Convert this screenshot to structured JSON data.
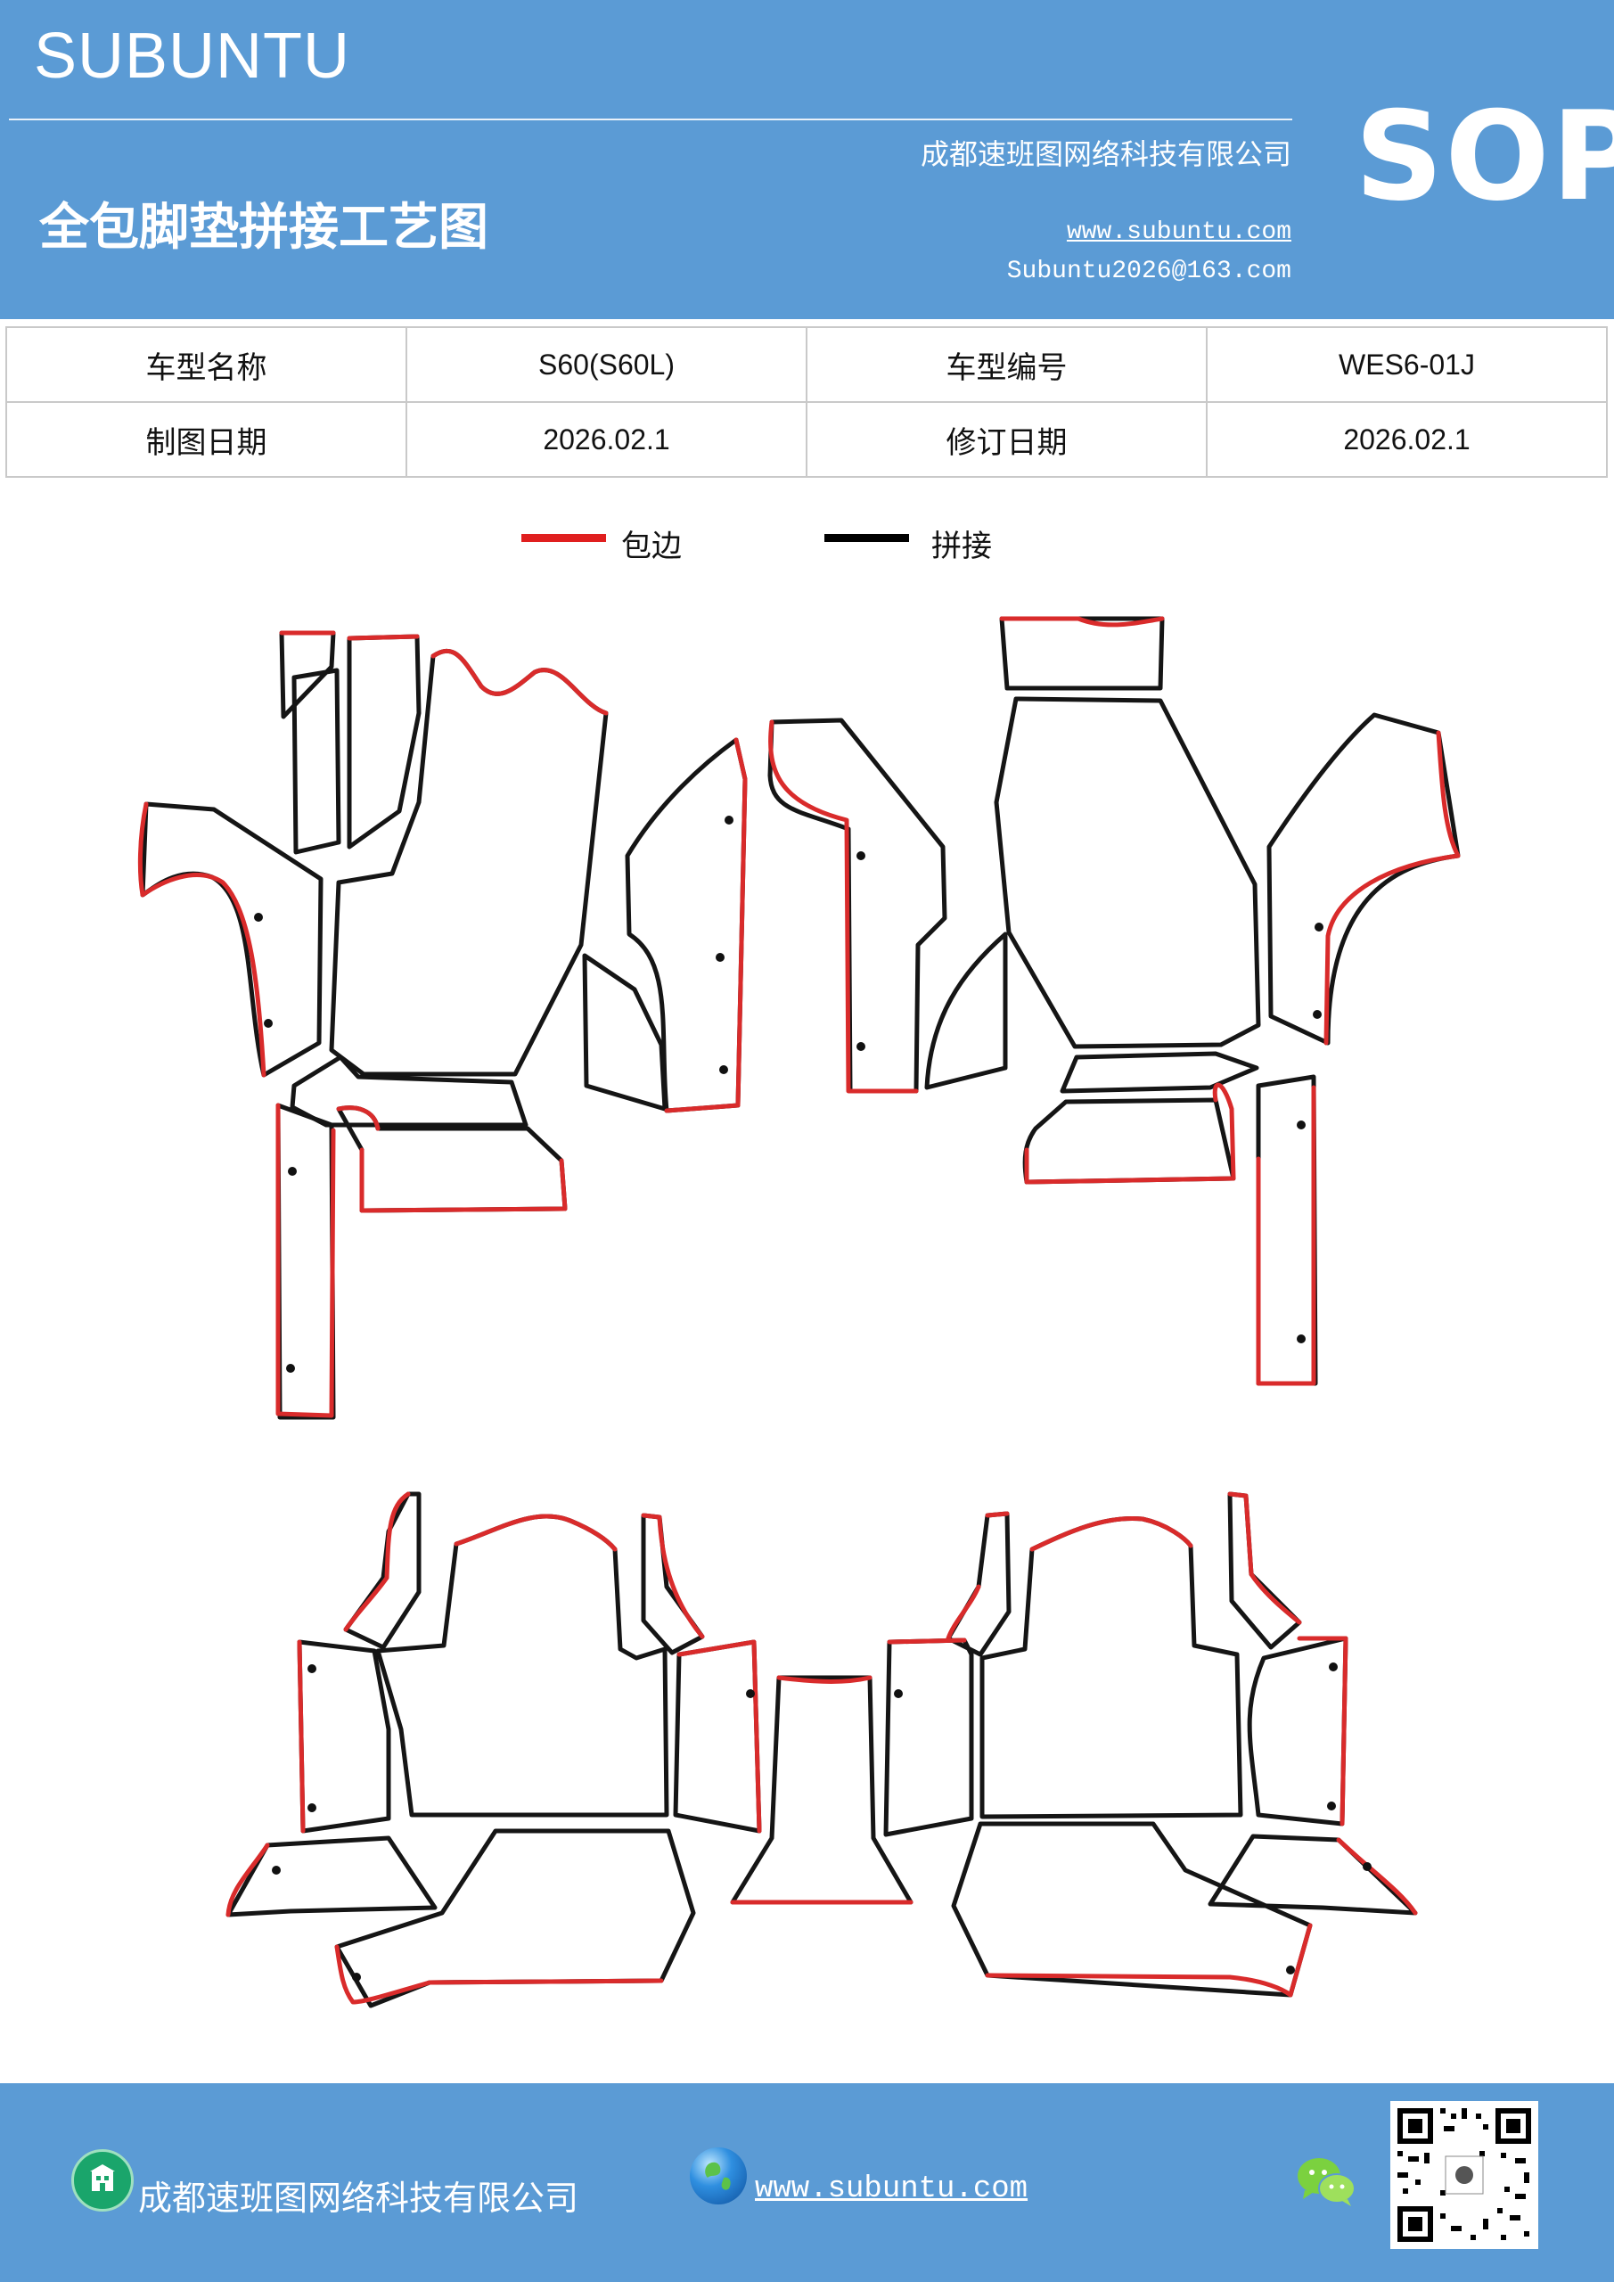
{
  "header": {
    "brand": "SUBUNTU",
    "company": "成都速班图网络科技有限公司",
    "title": "全包脚垫拼接工艺图",
    "website": "www.subuntu.com",
    "email": "Subuntu2026@163.com",
    "badge": "SOP"
  },
  "info_table": {
    "rows": [
      [
        "车型名称",
        "S60(S60L)",
        "车型编号",
        "WES6-01J"
      ],
      [
        "制图日期",
        "2026.02.1",
        "修订日期",
        "2026.02.1"
      ]
    ]
  },
  "legend": {
    "items": [
      {
        "label": "包边",
        "color": "#e01f1f"
      },
      {
        "label": "拼接",
        "color": "#000000"
      }
    ]
  },
  "footer": {
    "company": "成都速班图网络科技有限公司",
    "website": "www.subuntu.com"
  },
  "icons": [
    "building-icon",
    "globe-icon",
    "wechat-icon",
    "qr-code"
  ]
}
